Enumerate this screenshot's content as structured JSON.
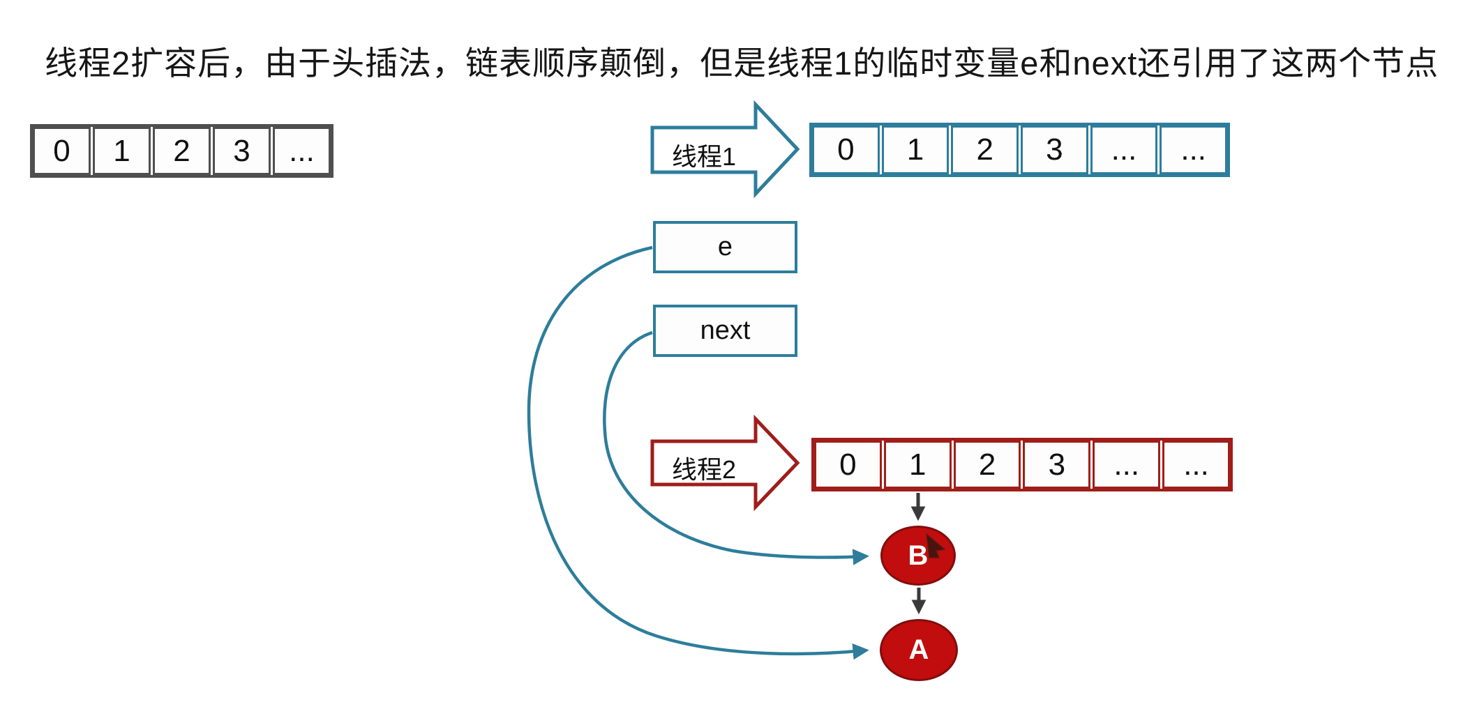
{
  "title": "线程2扩容后，由于头插法，链表顺序颠倒，但是线程1的临时变量e和next还引用了这两个节点",
  "old_table": {
    "cells": [
      "0",
      "1",
      "2",
      "3",
      "..."
    ]
  },
  "thread1": {
    "label": "线程1",
    "table": {
      "cells": [
        "0",
        "1",
        "2",
        "3",
        "...",
        "..."
      ]
    }
  },
  "thread2": {
    "label": "线程2",
    "table": {
      "cells": [
        "0",
        "1",
        "2",
        "3",
        "...",
        "..."
      ]
    }
  },
  "pointers": {
    "e_label": "e",
    "next_label": "next"
  },
  "nodes": {
    "b_label": "B",
    "a_label": "A"
  },
  "colors": {
    "teal": "#2d7d9b",
    "dark_red": "#a01e19",
    "node_red": "#c10d0d",
    "gray": "#4f4f4f",
    "connector_black": "#3a3a3a"
  }
}
